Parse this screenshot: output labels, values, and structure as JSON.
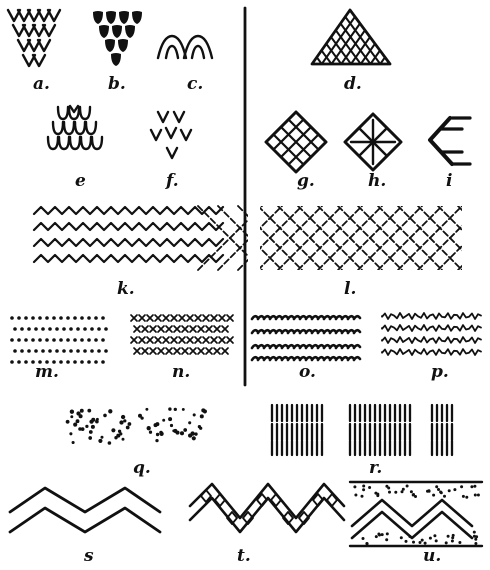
{
  "labels": {
    "a": "a.",
    "b": "b.",
    "c": "c.",
    "d": "d.",
    "e": "e",
    "f": "f.",
    "g": "g.",
    "h": "h.",
    "i": "i",
    "k": "k.",
    "l": "l.",
    "m": "m.",
    "n": "n.",
    "o": "o.",
    "p": "p.",
    "q": "q.",
    "r": "r.",
    "s": "s",
    "t": "t.",
    "u": "u."
  },
  "patterns": {
    "a": "chevron-triangle",
    "b": "solid-scale-triangle",
    "c": "arches",
    "d": "cross-hatched-triangle",
    "e": "scale-triangle",
    "f": "scattered-chevrons",
    "g": "gridded-diamond",
    "h": "quartered-diamond",
    "i": "comb-motif",
    "k": "zigzag-rows",
    "l": "dashed-cross-hatch",
    "m": "dot-rows",
    "n": "cross-rows",
    "o": "twisted-line-rows",
    "p": "scribble-rows",
    "q": "scattered-dots",
    "r": "vertical-stroke-blocks",
    "s": "double-zigzag",
    "t": "zigzag-with-squares",
    "u": "zigzag-band-with-dots"
  },
  "colors": {
    "ink": "#111111",
    "paper": "#ffffff"
  }
}
